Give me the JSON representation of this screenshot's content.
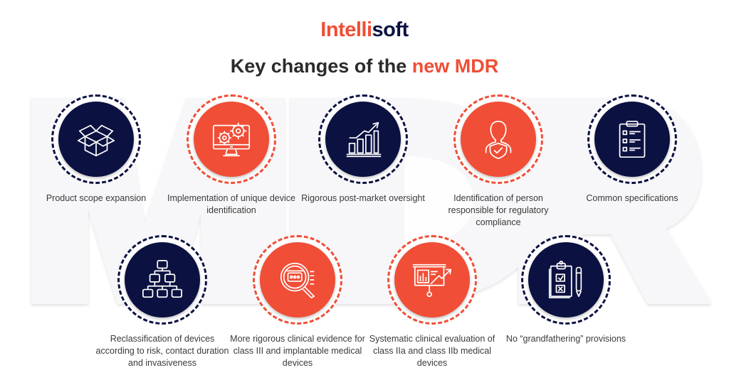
{
  "logo": {
    "part1": "Intelli",
    "part2": "soft"
  },
  "title": {
    "prefix": "Key changes of the ",
    "highlight": "new MDR"
  },
  "watermark_text": "MDR",
  "colors": {
    "navy": "#0b1140",
    "orange": "#f04e36",
    "text": "#3a3a3a",
    "watermark": "#f7f6f8"
  },
  "items": [
    {
      "label": "Product scope expansion",
      "icon": "open-box-icon",
      "color": "navy"
    },
    {
      "label": "Implementation of unique device identification",
      "icon": "monitor-gears-icon",
      "color": "orange"
    },
    {
      "label": "Rigorous post-market oversight",
      "icon": "growth-chart-icon",
      "color": "navy"
    },
    {
      "label": "Identification of person responsible for regulatory compliance",
      "icon": "person-shield-icon",
      "color": "orange"
    },
    {
      "label": "Common specifications",
      "icon": "checklist-clipboard-icon",
      "color": "navy"
    },
    {
      "label": "Reclassification of devices according to risk, contact duration and invasiveness",
      "icon": "hierarchy-icon",
      "color": "navy"
    },
    {
      "label": "More rigorous clinical evidence for class III and implantable medical devices",
      "icon": "magnifier-icon",
      "color": "orange"
    },
    {
      "label": "Systematic clinical evaluation of class IIa and class IIb medical devices",
      "icon": "presentation-board-icon",
      "color": "orange"
    },
    {
      "label": "No “grandfathering” provisions",
      "icon": "clipboard-pen-icon",
      "color": "navy"
    }
  ]
}
